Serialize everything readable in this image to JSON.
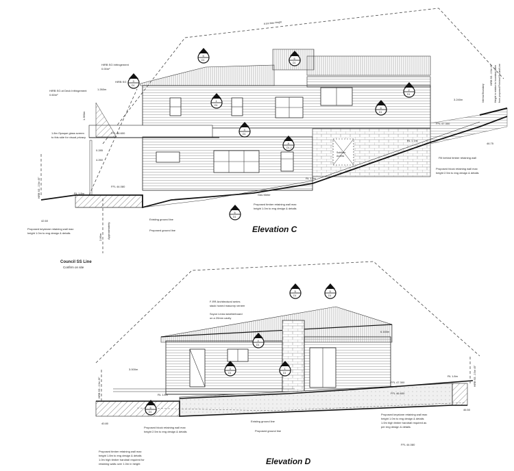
{
  "elevation_c": {
    "title": "Elevation C",
    "height_plane": "8.5m Max Height",
    "labels": {
      "hirb_infringement": "HIRB SG Infringement",
      "hirb_infringement_val": "0.00m²",
      "hirb_sg": "HIRB SG",
      "hirb_deck": "HIRB SG at Deck Infringement",
      "hirb_deck_val": "0.60m²",
      "dim_1m": "1.260m",
      "dim_vert": "1.360m",
      "screen_1": "1.8m Opaque glass screen",
      "screen_2": "to this side for visual privacy",
      "ffl_upper": "FFL 46.600",
      "ffl_lower": "FFL 44.080",
      "ffl_right": "FFL 47.300",
      "dim_285": "0.285",
      "dim_3240": "3.240m",
      "internal_boundary": "Internal Boundary",
      "hirb_boundary_1": "Height in relation to boundary taken",
      "hirb_boundary_2": "from proposed Finished Ground Line",
      "hirb_right": "HIRB SG - 2.5m 45°",
      "hirb_left": "HIRB SG - 2.5m 45°",
      "rl_left": "RL 1.8m",
      "rl_mid": "RL 1.8m",
      "rl_right": "RL 1.1m",
      "fill_behind": "Fill behind timber retaining wall",
      "block_wall_1": "Proposed block retaining wall max",
      "block_wall_2": "height 2.5m to eng design & details",
      "subfloor_1": "Subfloor",
      "subfloor_2": "Access",
      "gas_meter": "Gas Meter",
      "timber_wall_1": "Proposed timber retaining wall max",
      "timber_wall_2": "height 1.0m to eng design & details",
      "existing_ground": "Existing ground line",
      "proposed_ground": "Proposed ground line",
      "keystone_1": "Proposed keystone retaining wall max",
      "keystone_2": "height 1.0m to eng design & details",
      "approx": "Approximately",
      "dim_286": "2.86m",
      "council_line": "Council SS Line",
      "confirm": "Confirm on site",
      "level_left": "42.60",
      "level_right": "46.75",
      "dim_4": "4.260"
    },
    "markers": [
      {
        "num": "5",
        "ref": "D1"
      },
      {
        "num": "6",
        "ref": "D1"
      },
      {
        "num": "3",
        "ref": "D1"
      },
      {
        "num": "1",
        "ref": "D1"
      },
      {
        "num": "4",
        "ref": "D1"
      },
      {
        "num": "2",
        "ref": "D1"
      },
      {
        "num": "3",
        "ref": "D1"
      },
      {
        "num": "A",
        "ref": "D1-2"
      },
      {
        "num": "6",
        "ref": "D1"
      }
    ]
  },
  "elevation_d": {
    "title": "Elevation D",
    "labels": {
      "veneer_1": "F-RR Architectural series",
      "veneer_2": "stack honed masonry veneer",
      "weatherboard_1": "Scyon Linea weatherboard",
      "weatherboard_2": "on a 20mm cavity",
      "dim_6160": "6.160m",
      "dim_3000": "3.000m",
      "ffl_1": "FFL 47.300",
      "ffl_2": "FFL 46.600",
      "ffl_3": "FFL 44.080",
      "rl_left": "RL 1.8m",
      "rl_right": "RL 1.8m",
      "hirb_left": "HIRB SG - 2.5m 45°",
      "hirb_right": "HIRB SG - 2.5m 45°",
      "level_left": "40.80",
      "level_right": "46.50",
      "existing_ground": "Existing ground line",
      "proposed_ground": "Proposed ground line",
      "block_wall_1": "Proposed block retaining wall max",
      "block_wall_2": "height 2.5m to eng design & details",
      "keystone_1": "Proposed keystone retaining wall max",
      "keystone_2": "height 1.0m to eng design & details",
      "keystone_3": "1.0m high timber handrail required as",
      "keystone_4": "per eng design & details",
      "timber_1": "Proposed timber retaining wall max",
      "timber_2": "height 1.8m to eng design & details",
      "timber_3": "1.0m high timber handrail required for",
      "timber_4": "retaining walls over 1.0m in height"
    },
    "markers": [
      {
        "num": "5",
        "ref": "D1"
      },
      {
        "num": "5",
        "ref": "D1"
      },
      {
        "num": "4",
        "ref": "D1"
      },
      {
        "num": "3",
        "ref": "D1"
      },
      {
        "num": "1",
        "ref": "D1"
      },
      {
        "num": "6",
        "ref": "D1"
      }
    ]
  }
}
